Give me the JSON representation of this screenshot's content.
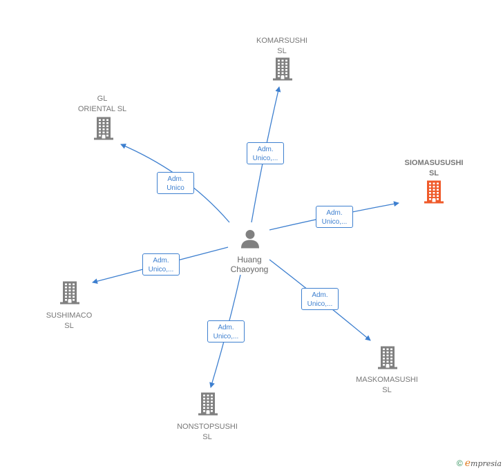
{
  "colors": {
    "edge": "#3d7fcf",
    "company_icon": "#808080",
    "highlight_icon": "#ef5a2a",
    "person_icon": "#808080"
  },
  "center": {
    "icon": "person-icon",
    "name_line1": "Huang",
    "name_line2": "Chaoyong"
  },
  "companies": [
    {
      "id": "komarsushi",
      "line1": "KOMARSUSHI",
      "line2": "SL",
      "highlight": false,
      "icon": "building-icon"
    },
    {
      "id": "gl-oriental",
      "line1": "GL",
      "line2": "ORIENTAL  SL",
      "highlight": false,
      "icon": "building-icon"
    },
    {
      "id": "siomasusushi",
      "line1": "SIOMASUSUSHI",
      "line2": "SL",
      "highlight": true,
      "icon": "building-icon"
    },
    {
      "id": "sushimaco",
      "line1": "SUSHIMACO",
      "line2": "SL",
      "highlight": false,
      "icon": "building-icon"
    },
    {
      "id": "maskomasushi",
      "line1": "MASKOMASUSHI",
      "line2": "SL",
      "highlight": false,
      "icon": "building-icon"
    },
    {
      "id": "nonstopsushi",
      "line1": "NONSTOPSUSHI",
      "line2": "SL",
      "highlight": false,
      "icon": "building-icon"
    }
  ],
  "edges": [
    {
      "to": "komarsushi",
      "line1": "Adm.",
      "line2": "Unico,..."
    },
    {
      "to": "gl-oriental",
      "line1": "Adm.",
      "line2": "Unico"
    },
    {
      "to": "siomasusushi",
      "line1": "Adm.",
      "line2": "Unico,..."
    },
    {
      "to": "sushimaco",
      "line1": "Adm.",
      "line2": "Unico,..."
    },
    {
      "to": "maskomasushi",
      "line1": "Adm.",
      "line2": "Unico,..."
    },
    {
      "to": "nonstopsushi",
      "line1": "Adm.",
      "line2": "Unico,..."
    }
  ],
  "footer": {
    "copyright": "©",
    "brand_initial": "e",
    "brand_rest": "mpresia",
    "icon": "copyright-icon"
  }
}
